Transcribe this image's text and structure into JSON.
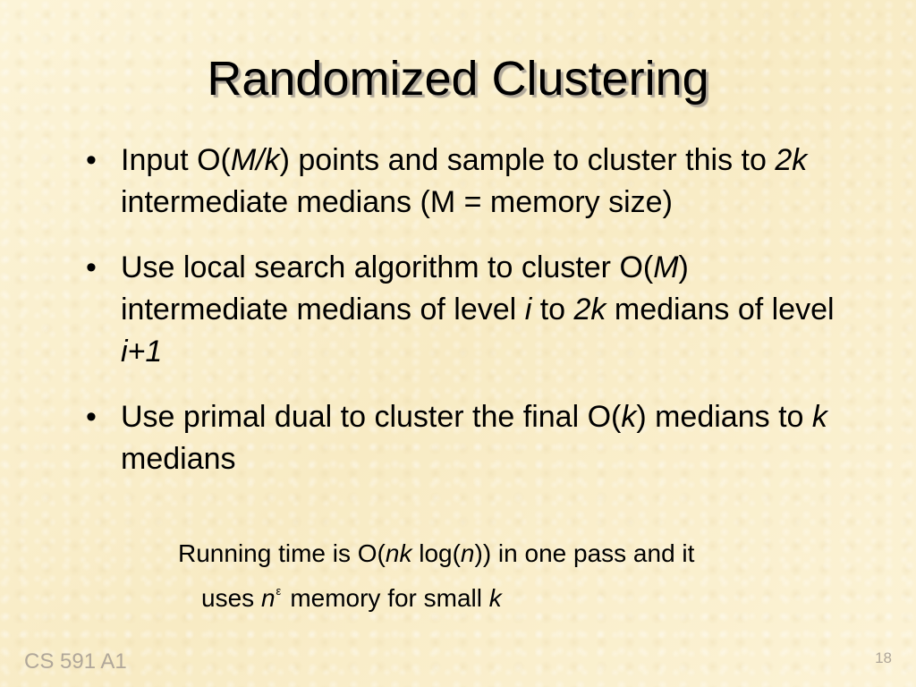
{
  "slide": {
    "title": "Randomized Clustering",
    "bullet_marker": "•",
    "bullets": [
      {
        "p1": "Input O(",
        "i1": "M/k",
        "p2": ") points and sample to cluster this to ",
        "i2": "2k",
        "p3": " intermediate medians (M = memory size)"
      },
      {
        "p1": "Use local search algorithm to cluster O(",
        "i1": "M",
        "p2": ") intermediate medians of level ",
        "i2": "i",
        "p3": " to ",
        "i3": "2k",
        "p4": " medians of level ",
        "i4": "i+1"
      },
      {
        "p1": "Use primal dual to cluster the final O(",
        "i1": "k",
        "p2": ") medians to ",
        "i2": "k",
        "p3": " medians"
      }
    ],
    "subnote": {
      "line1_p1": "Running time is O(",
      "line1_i1": "nk",
      "line1_p2": " log(",
      "line1_i2": "n",
      "line1_p3": ")) in one pass and it",
      "line2_p1": "uses ",
      "line2_i1": "n",
      "line2_sup": "ε",
      "line2_p2": "memory for small ",
      "line2_i2": "k"
    },
    "footer": "CS 591 A1",
    "page_number": "18"
  }
}
